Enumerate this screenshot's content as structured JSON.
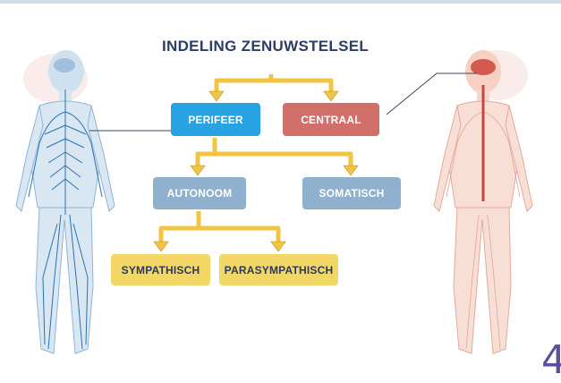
{
  "title": "INDELING ZENUWSTELSEL",
  "nodes": {
    "perifeer": "PERIFEER",
    "centraal": "CENTRAAL",
    "autonoom": "AUTONOOM",
    "somatisch": "SOMATISCH",
    "sympathisch": "SYMPATHISCH",
    "parasympathisch": "PARASYMPATHISCH"
  },
  "page_number": "4",
  "colors": {
    "perifeer": "#27a3e2",
    "centraal": "#d16f6b",
    "branch": "#8fb1ce",
    "leaf": "#f2d767",
    "arrow": "#f1c542",
    "title": "#2c3e66"
  }
}
